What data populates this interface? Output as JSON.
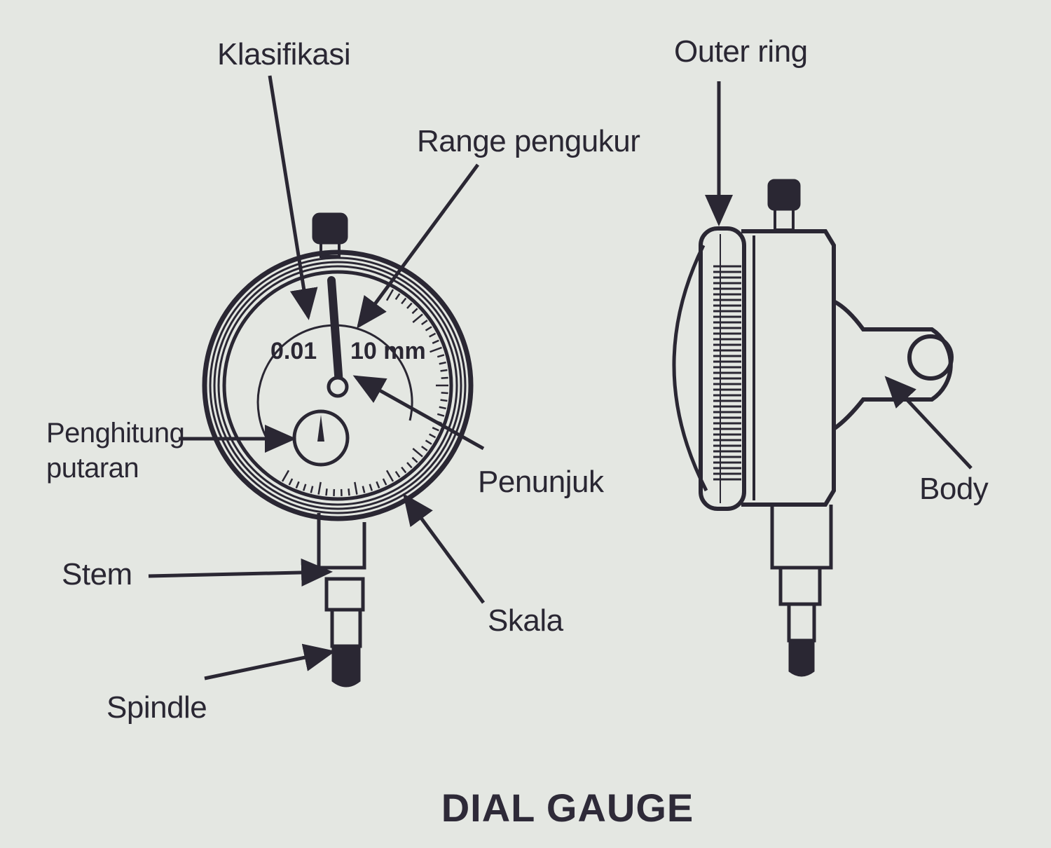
{
  "title": "DIAL GAUGE",
  "colors": {
    "ink": "#2a2733",
    "paper": "#e4e7e2"
  },
  "front_view": {
    "dial_text": {
      "resolution": "0.01",
      "range": "10 mm"
    },
    "labels": {
      "klasifikasi": "Klasifikasi",
      "range_pengukur": "Range pengukur",
      "penghitung_line1": "Penghitung",
      "penghitung_line2": "putaran",
      "penunjuk": "Penunjuk",
      "stem": "Stem",
      "skala": "Skala",
      "spindle": "Spindle"
    }
  },
  "side_view": {
    "labels": {
      "outer_ring": "Outer ring",
      "body": "Body"
    }
  }
}
